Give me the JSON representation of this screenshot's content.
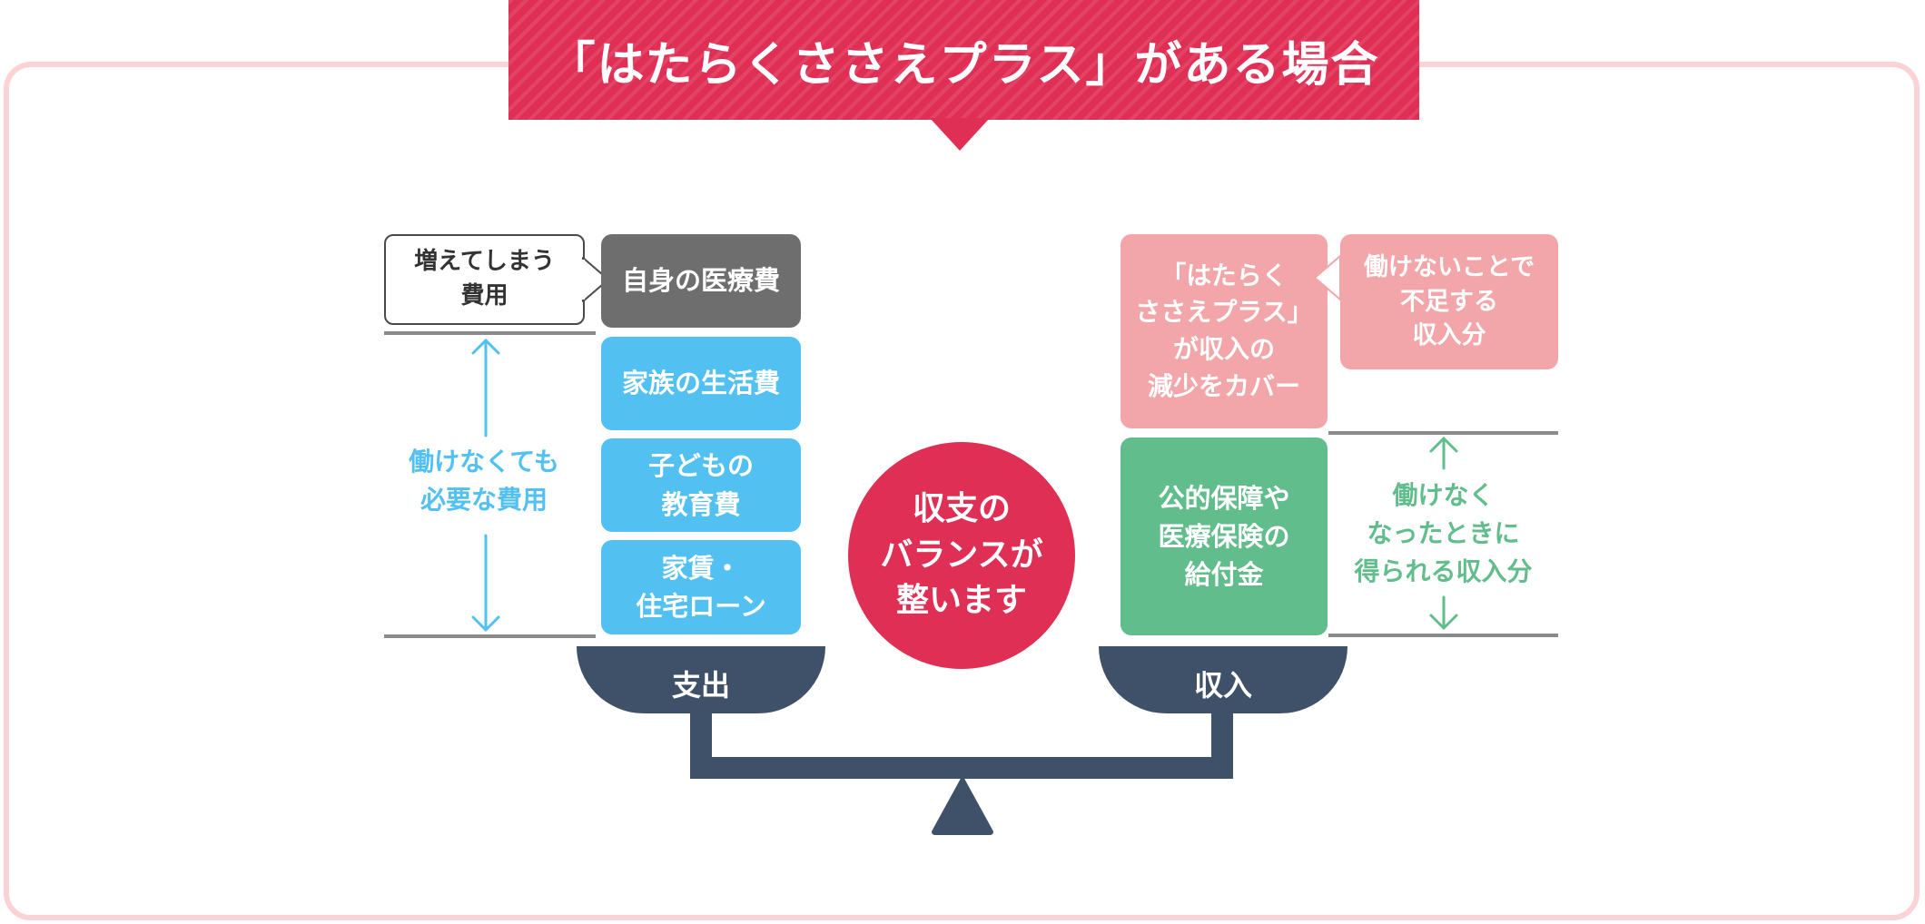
{
  "header": {
    "title": "「はたらくささえプラス」がある場合"
  },
  "left": {
    "callout": "増えてしまう\n費用",
    "boxes": {
      "medical": "自身の医療費",
      "family": "家族の生活費",
      "education": "子どもの\n教育費",
      "rent": "家賃・\n住宅ローン"
    },
    "range_label": "働けなくても\n必要な費用",
    "pan_label": "支出"
  },
  "center": {
    "balance_text": "収支の\nバランスが\n整います"
  },
  "right": {
    "boxes": {
      "cover": "「はたらく\nささえプラス」\nが収入の\n減少をカバー",
      "shortfall": "働けないことで\n不足する\n収入分",
      "public": "公的保障や\n医療保険の\n給付金"
    },
    "range_label": "働けなく\nなったときに\n得られる収入分",
    "pan_label": "収入"
  },
  "colors": {
    "accent": "#e02f55",
    "frame": "#fad3d6",
    "blue": "#52c0f1",
    "pink": "#f2a6a9",
    "green": "#61bd8b",
    "gray": "#6e6e6e",
    "navy": "#3f5169"
  }
}
